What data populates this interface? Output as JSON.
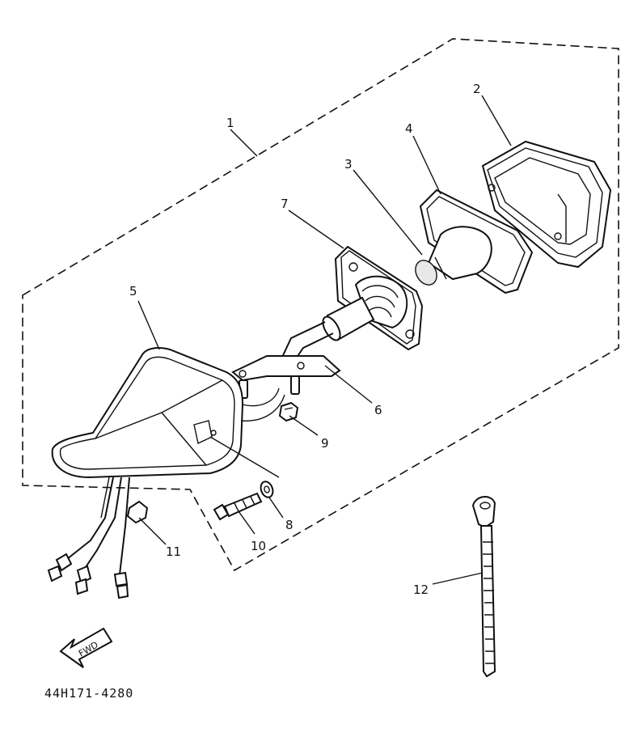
{
  "diagram": {
    "callouts": {
      "c1": "1",
      "c2": "2",
      "c3": "3",
      "c4": "4",
      "c5": "5",
      "c6": "6",
      "c7": "7",
      "c8": "8",
      "c9": "9",
      "c10": "10",
      "c11": "11",
      "c12": "12"
    },
    "fwd_label": "FWD",
    "part_code": "44H171-4280"
  }
}
